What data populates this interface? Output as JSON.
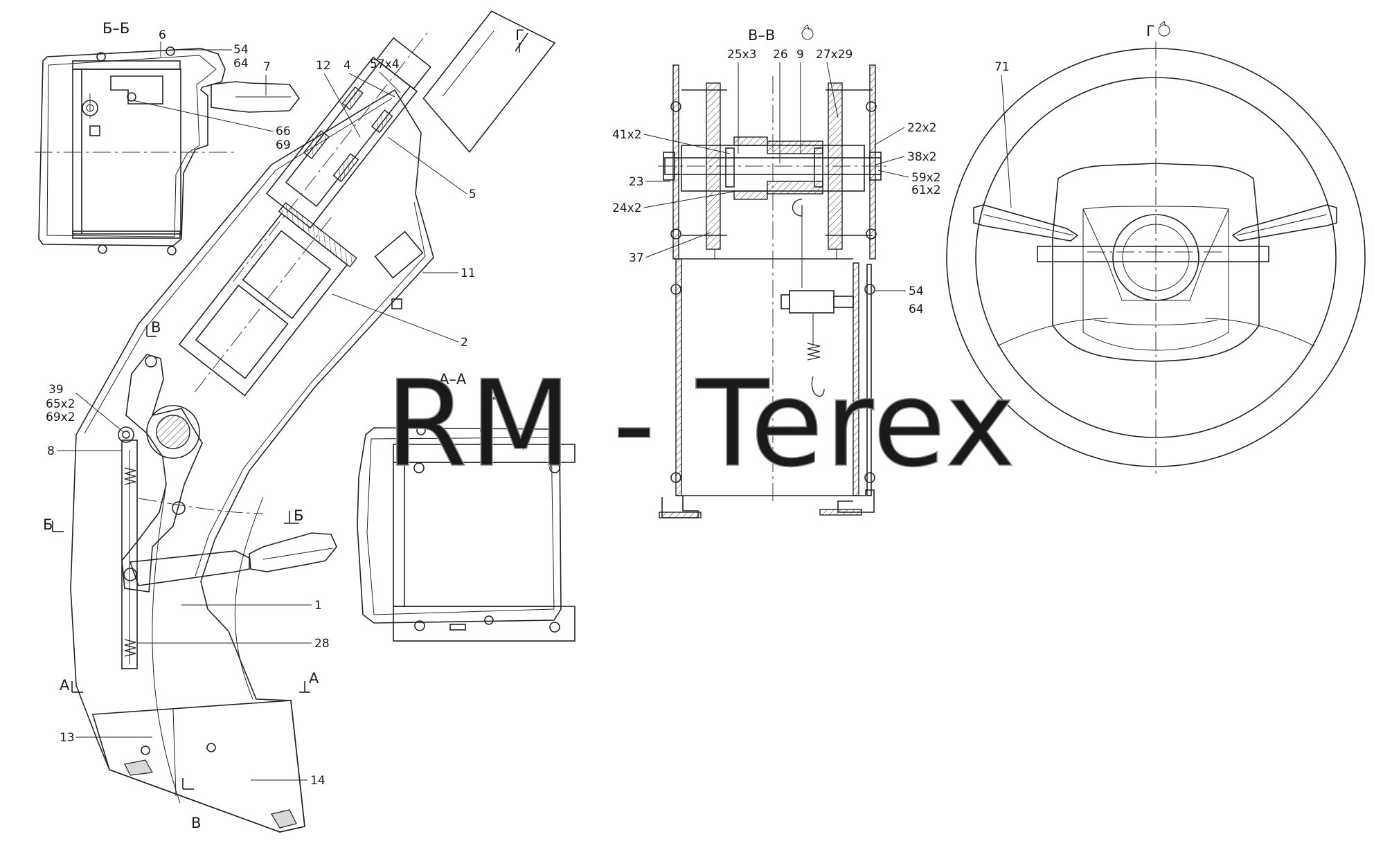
{
  "sections": {
    "bb": "Б–Б",
    "vv": "В–В",
    "aa": "А–А",
    "g_view": "Г"
  },
  "cut_marks": {
    "g": "Г",
    "b_left": "Б",
    "b_right": "Б",
    "v_upper": "В",
    "v_lower": "В",
    "a_left": "А",
    "a_right": "А"
  },
  "callouts": {
    "p6": "6",
    "p54": "54",
    "p64": "64",
    "p7": "7",
    "p66": "66",
    "p69": "69",
    "p12": "12",
    "p4": "4",
    "p57x4": "57x4",
    "p5": "5",
    "p11": "11",
    "p2": "2",
    "p39": "39",
    "p65x2": "65x2",
    "p69x2": "69x2",
    "p8": "8",
    "p1": "1",
    "p28": "28",
    "p13": "13",
    "p14": "14",
    "aa54": "54",
    "aa64": "64",
    "p25x3": "25x3",
    "p26": "26",
    "p9": "9",
    "p27x29": "27x29",
    "p41x2": "41x2",
    "p22x2": "22x2",
    "p38x2": "38x2",
    "p23": "23",
    "p59x2": "59x2",
    "p61x2": "61x2",
    "p24x2": "24x2",
    "p37": "37",
    "vv54": "54",
    "vv64": "64",
    "p71": "71"
  },
  "watermark": "RM - Terex",
  "colors": {
    "line": "#222222",
    "watermark": "#8a8a8a",
    "background": "#ffffff"
  }
}
